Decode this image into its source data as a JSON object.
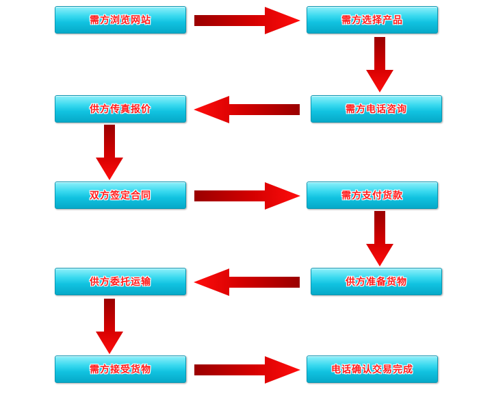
{
  "steps": [
    {
      "id": "s1",
      "label": "需方浏览网站"
    },
    {
      "id": "s2",
      "label": "需方选择产品"
    },
    {
      "id": "s3",
      "label": "需方电话咨询"
    },
    {
      "id": "s4",
      "label": "供方传真报价"
    },
    {
      "id": "s5",
      "label": "双方签定合同"
    },
    {
      "id": "s6",
      "label": "需方支付货款"
    },
    {
      "id": "s7",
      "label": "供方准备货物"
    },
    {
      "id": "s8",
      "label": "供方委托运输"
    },
    {
      "id": "s9",
      "label": "需方接受货物"
    },
    {
      "id": "s10",
      "label": "电话确认交易完成"
    }
  ],
  "colors": {
    "box_top": "#8ff0fa",
    "box_bottom": "#06a9c8",
    "label_text": "#ff1a1a",
    "arrow_dark": "#a80000",
    "arrow_bright": "#ff0000"
  }
}
